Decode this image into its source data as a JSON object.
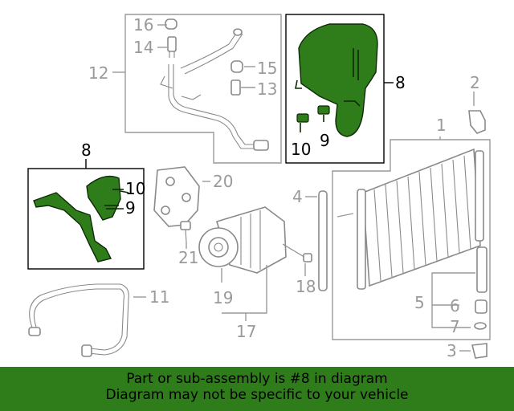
{
  "diagram": {
    "highlight_color": "#2e7d1a",
    "labels": {
      "l1": "1",
      "l2": "2",
      "l3": "3",
      "l4": "4",
      "l5": "5",
      "l6": "6",
      "l7": "7",
      "l8a": "8",
      "l8b": "8",
      "l9a": "9",
      "l9b": "9",
      "l10a": "10",
      "l10b": "10",
      "l11": "11",
      "l12": "12",
      "l13": "13",
      "l14": "14",
      "l15": "15",
      "l16": "16",
      "l17": "17",
      "l18": "18",
      "l19": "19",
      "l20": "20",
      "l21": "21"
    }
  },
  "banner": {
    "line1": "Part or sub-assembly is #8 in diagram",
    "line2": "Diagram may not be specific to your vehicle",
    "bg": "#2e7d1a"
  }
}
